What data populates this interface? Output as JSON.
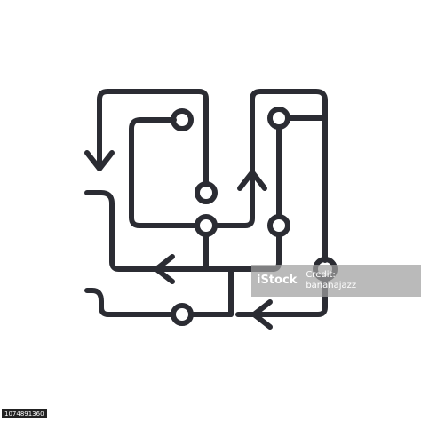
{
  "colors": {
    "background": "#ffffff",
    "stroke": "#2b2c33",
    "watermark_bg": "#a0a0a0",
    "watermark_text": "#ffffff"
  },
  "icon": {
    "name": "flowchart-icon"
  },
  "watermark": {
    "brand": "iStock",
    "credit_label": "Credit:",
    "credit_name": "bananajazz"
  },
  "image_id": "1074891360"
}
